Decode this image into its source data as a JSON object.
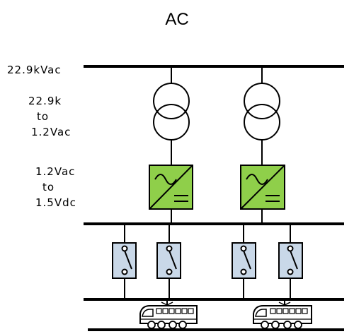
{
  "title": "AC",
  "labels": {
    "bus_voltage": "22.9kVac",
    "transformer_line1": "22.9k",
    "transformer_line2": "to",
    "transformer_line3": "1.2Vac",
    "converter_line1": "1.2Vac",
    "converter_line2": "to",
    "converter_line3": "1.5Vdc"
  },
  "colors": {
    "converter_fill": "#8fcf4a",
    "switch_fill": "#c9d8e8",
    "line": "#000000"
  }
}
